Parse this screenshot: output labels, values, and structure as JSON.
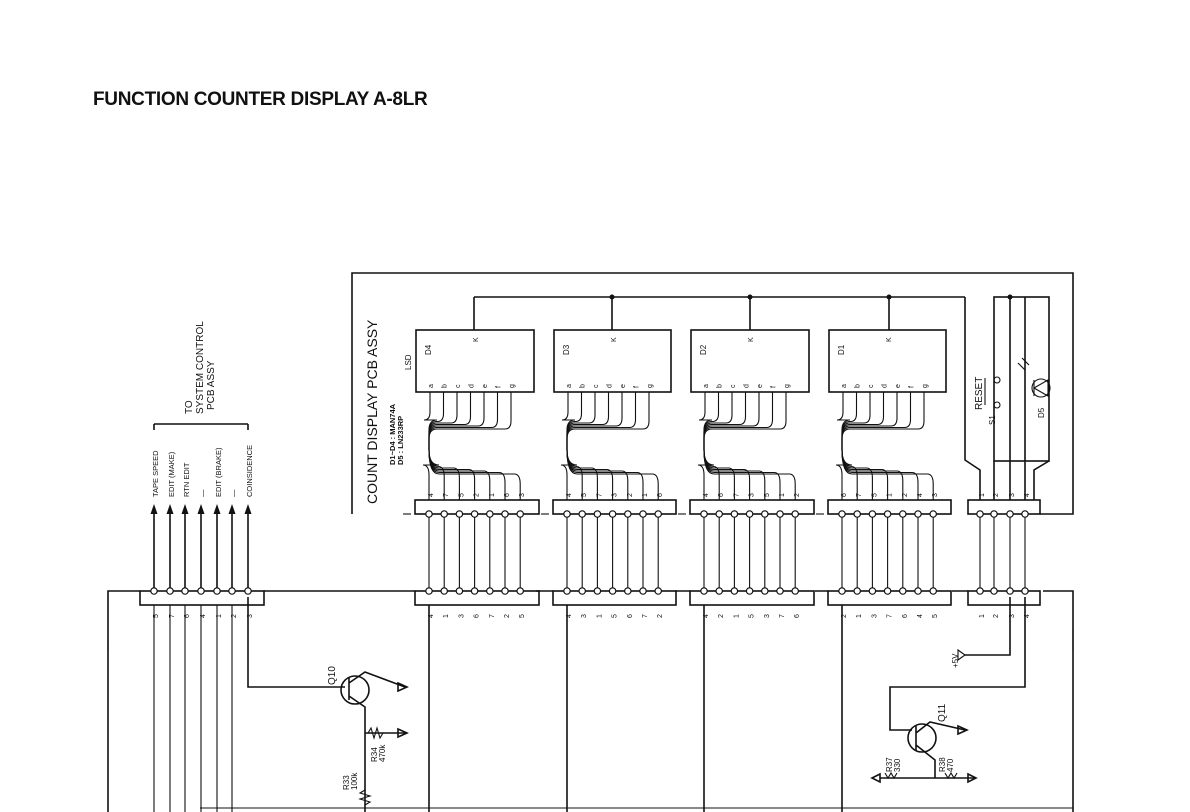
{
  "title": "FUNCTION COUNTER DISPLAY A-8LR",
  "pcb": {
    "label": "COUNT DISPLAY PCB ASSY",
    "parts_note_1": "D1~D4 : MAN74A",
    "parts_note_2": "D5 : LN233RP",
    "lsd": "LSD"
  },
  "system_control": {
    "to_label": "TO",
    "line1": "SYSTEM CONTROL",
    "line2": "PCB ASSY",
    "signals": [
      "TAPE SPEED",
      "EDIT (MAKE)",
      "RTN EDIT",
      "—",
      "EDIT (BRAKE)",
      "—",
      "COINSIDENCE"
    ],
    "pins": [
      "5",
      "7",
      "6",
      "4",
      "1",
      "2",
      "3"
    ]
  },
  "digits": [
    {
      "name": "D4",
      "k": "K",
      "segments": [
        "a",
        "b",
        "c",
        "d",
        "e",
        "f",
        "g"
      ],
      "upper_pins": [
        "4",
        "7",
        "5",
        "2",
        "1",
        "6",
        "3"
      ],
      "lower_pins": [
        "4",
        "1",
        "3",
        "6",
        "7",
        "2",
        "5"
      ]
    },
    {
      "name": "D3",
      "k": "K",
      "segments": [
        "a",
        "b",
        "c",
        "d",
        "e",
        "f",
        "g"
      ],
      "upper_pins": [
        "4",
        "5",
        "7",
        "3",
        "2",
        "1",
        "6"
      ],
      "lower_pins": [
        "4",
        "3",
        "1",
        "5",
        "6",
        "7",
        "2"
      ]
    },
    {
      "name": "D2",
      "k": "K",
      "segments": [
        "a",
        "b",
        "c",
        "d",
        "e",
        "f",
        "g"
      ],
      "upper_pins": [
        "4",
        "6",
        "7",
        "3",
        "5",
        "1",
        "2"
      ],
      "lower_pins": [
        "4",
        "2",
        "1",
        "5",
        "3",
        "7",
        "6"
      ]
    },
    {
      "name": "D1",
      "k": "K",
      "segments": [
        "a",
        "b",
        "c",
        "d",
        "e",
        "f",
        "g"
      ],
      "upper_pins": [
        "6",
        "7",
        "5",
        "1",
        "2",
        "4",
        "3"
      ],
      "lower_pins": [
        "2",
        "1",
        "3",
        "7",
        "6",
        "4",
        "5"
      ]
    }
  ],
  "reset": {
    "label": "RESET",
    "switch": "S1",
    "led": "D5",
    "pins": [
      "1",
      "2",
      "3",
      "4"
    ]
  },
  "components": {
    "q10": "Q10",
    "q11": "Q11",
    "r33": "R33",
    "r33_val": "100k",
    "r34": "R34",
    "r34_val": "470k",
    "r37": "R37",
    "r37_val": "330",
    "r38": "R38",
    "r38_val": "470",
    "supply": "+5V"
  }
}
